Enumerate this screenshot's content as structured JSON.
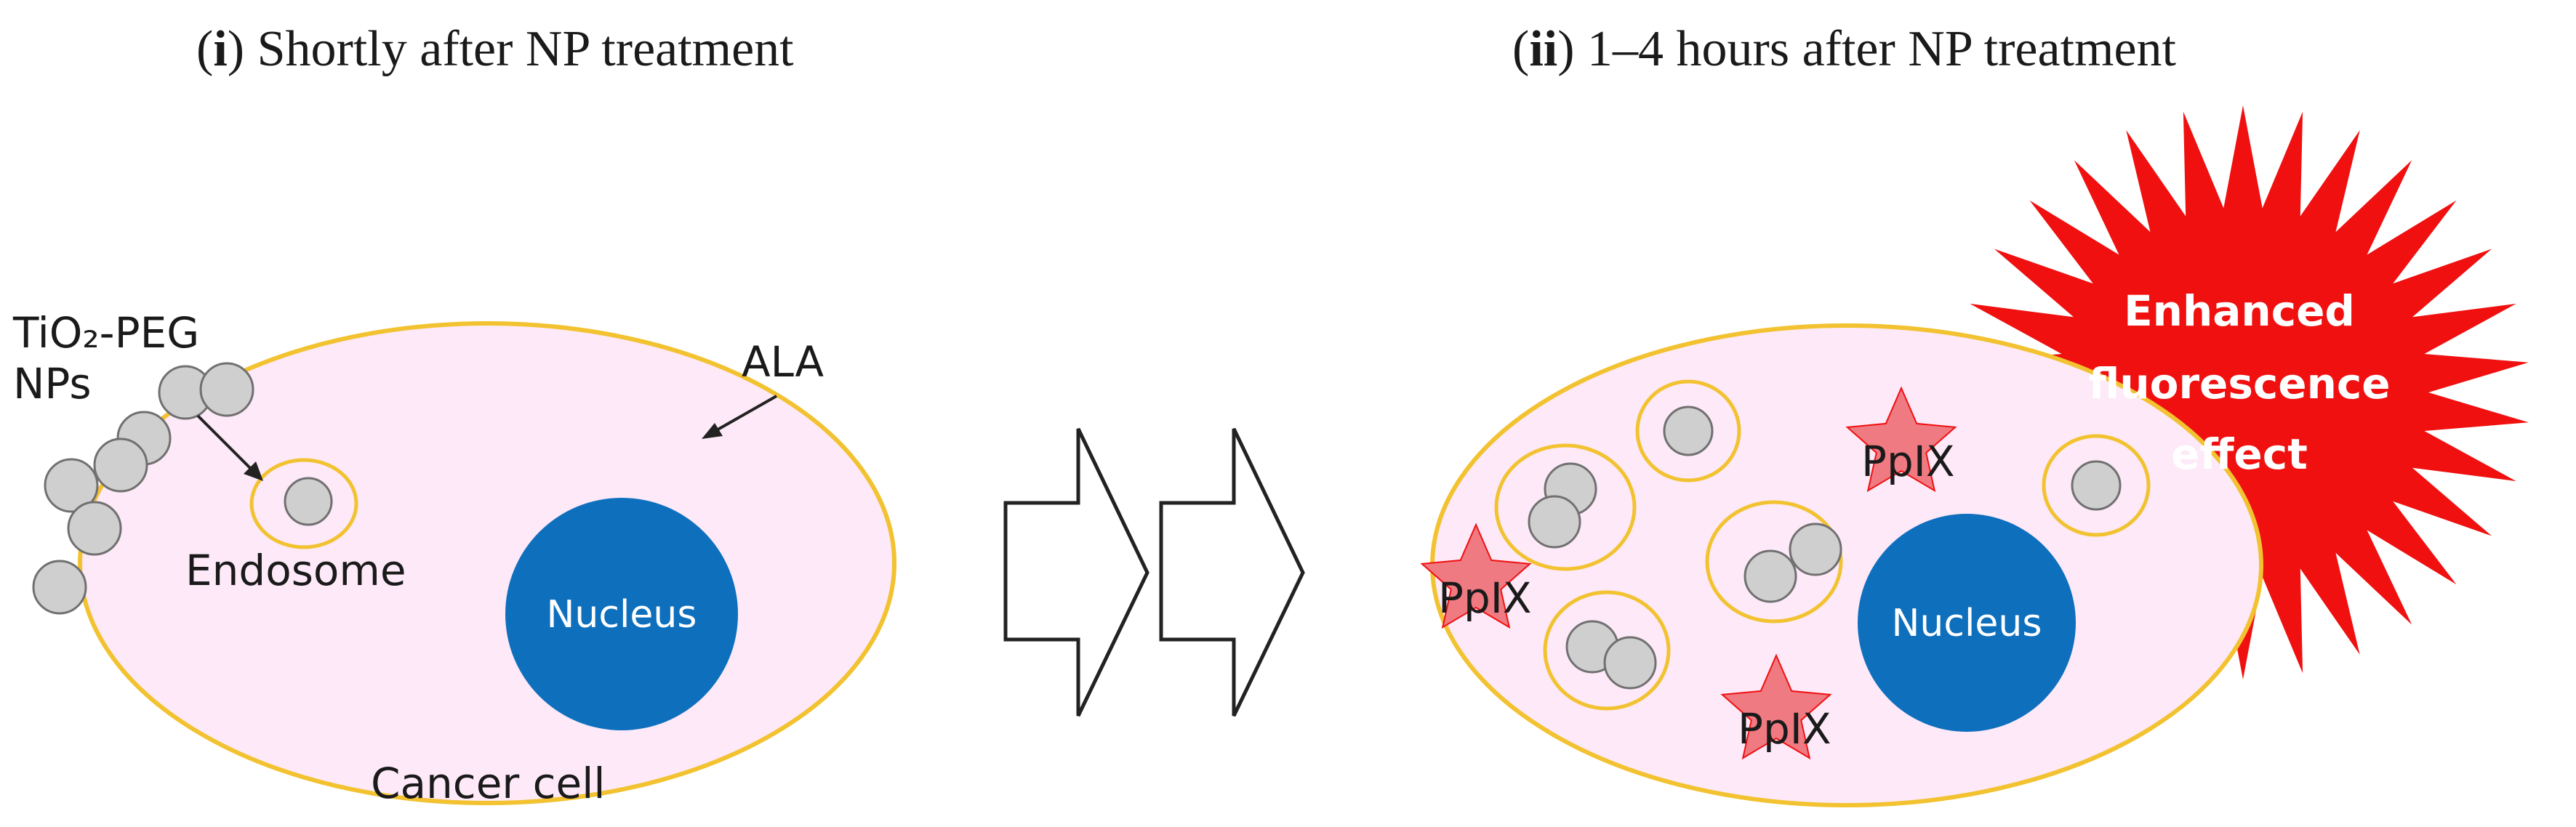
{
  "colors": {
    "cell_fill": "#fde9f8",
    "cell_stroke": "#f2c230",
    "nucleus": "#0e6fbd",
    "nanoparticle_fill": "#cfcfcf",
    "nanoparticle_stroke": "#707070",
    "endosome_stroke": "#f2c230",
    "burst": "#f01010",
    "ppix_star": "#f07a82",
    "arrow_stroke": "#222222"
  },
  "panel_i": {
    "label_prefix": "(",
    "label_numeral": "i",
    "label_suffix": ") Shortly after NP treatment",
    "np_label_line1": "TiO₂-PEG",
    "np_label_line2": "NPs",
    "ala_label": "ALA",
    "endosome_label": "Endosome",
    "nucleus_label": "Nucleus",
    "cell_label": "Cancer cell"
  },
  "panel_ii": {
    "label_prefix": "(",
    "label_numeral": "ii",
    "label_suffix": ") 1–4 hours after NP treatment",
    "nucleus_label": "Nucleus",
    "ppix_label": "PpIX",
    "effect_line1": "Enhanced",
    "effect_line2": "fluorescence",
    "effect_line3": "effect"
  }
}
